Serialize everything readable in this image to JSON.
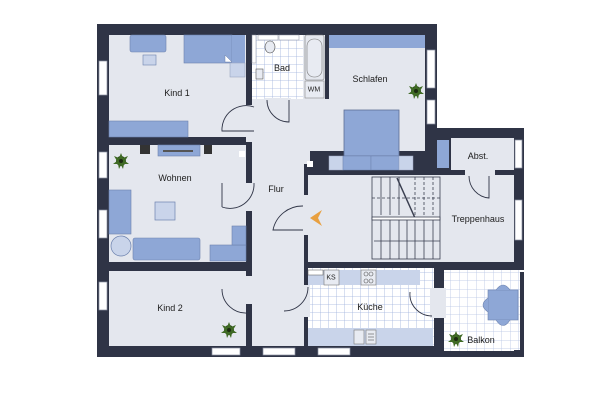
{
  "floor_plan": {
    "rooms": [
      {
        "id": "kind1",
        "label": "Kind 1"
      },
      {
        "id": "bad",
        "label": "Bad"
      },
      {
        "id": "schlafen",
        "label": "Schlafen"
      },
      {
        "id": "abst",
        "label": "Abst."
      },
      {
        "id": "wohnen",
        "label": "Wohnen"
      },
      {
        "id": "flur",
        "label": "Flur"
      },
      {
        "id": "treppenhaus",
        "label": "Treppenhaus"
      },
      {
        "id": "kind2",
        "label": "Kind 2"
      },
      {
        "id": "kueche",
        "label": "Küche"
      },
      {
        "id": "balkon",
        "label": "Balkon"
      }
    ],
    "appliances": {
      "washing_machine": "WM",
      "fridge": "KS"
    },
    "colors": {
      "wall": "#2f3446",
      "floor": "#e4e7ee",
      "furniture": "#8ea7d6",
      "furniture_light": "#c9d4ea",
      "tile_grid": "#9fb1dc",
      "entrance_marker": "#e8a040",
      "plant": "#2e4a1e"
    }
  }
}
